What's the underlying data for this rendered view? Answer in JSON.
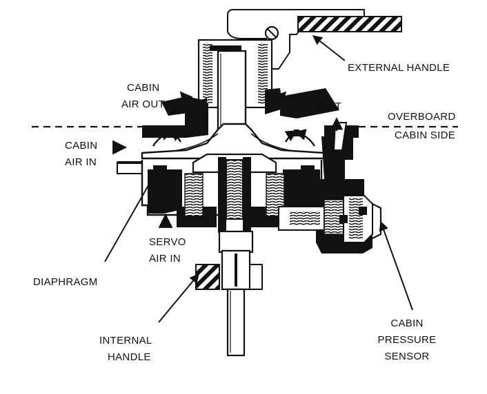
{
  "labels": {
    "external_handle": "EXTERNAL HANDLE",
    "cabin_air_out": [
      "CABIN",
      "AIR OUT"
    ],
    "vent": "VENT",
    "overboard": "OVERBOARD",
    "cabin_side": "CABIN SIDE",
    "cabin_air_in": [
      "CABIN",
      "AIR IN"
    ],
    "servo_air_in": [
      "SERVO",
      "AIR IN"
    ],
    "diaphragm": "DIAPHRAGM",
    "internal_handle": [
      "INTERNAL",
      "HANDLE"
    ],
    "cabin_pressure_sensor": [
      "CABIN",
      "PRESSURE",
      "SENSOR"
    ]
  },
  "colors": {
    "ink": "#111111",
    "paper": "#ffffff"
  }
}
